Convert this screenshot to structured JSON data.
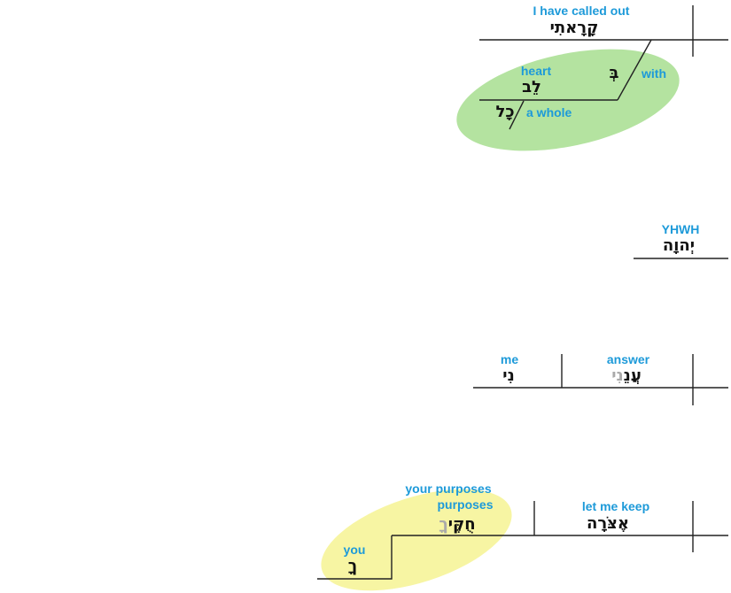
{
  "colors": {
    "english": "#1d9ad9",
    "hebrew": "#111111",
    "highlight_green": "#b4e3a0",
    "highlight_yellow": "#f7f5a3"
  },
  "clause1": {
    "verb_en": "I have called out",
    "verb_he": "קָרָאתִי",
    "prep_en": "with",
    "prep_he": "בְּ",
    "object_en": "heart",
    "object_he": "לֵב",
    "modifier_en": "a whole",
    "modifier_he": "כָל"
  },
  "vocative": {
    "en": "YHWH",
    "he": "יְהוָה"
  },
  "clause2": {
    "verb_en": "answer",
    "verb_he": "עֲנֵ",
    "verb_he_grey": "נִי",
    "object_en": "me",
    "object_he": "נִי"
  },
  "clause3": {
    "verb_en": "let me keep",
    "verb_he": "אֶצֹּרָה",
    "object_en_1": "your purposes",
    "object_en_2": "purposes",
    "object_he": "חֻקֶּי",
    "object_he_grey": "ךָ",
    "possessor_en": "you",
    "possessor_he": "ךָ"
  }
}
